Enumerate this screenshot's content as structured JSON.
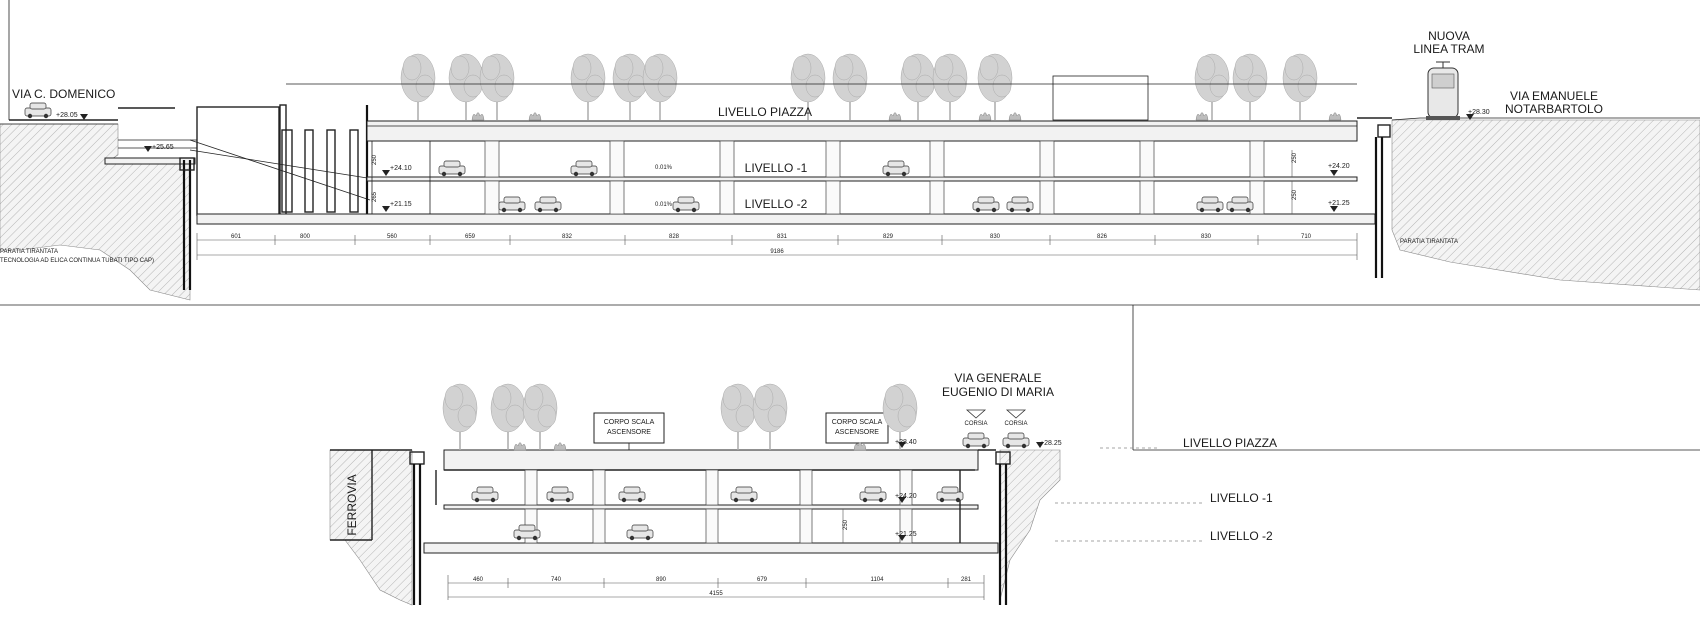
{
  "section_top": {
    "street_left": "VIA C. DOMENICO",
    "tram": [
      "NUOVA",
      "LINEA TRAM"
    ],
    "street_right": [
      "VIA EMANUELE",
      "NOTARBARTOLO"
    ],
    "level_plaza": "LIVELLO PIAZZA",
    "level_minus1": "LIVELLO -1",
    "level_minus2": "LIVELLO -2",
    "elev_28_05": "+28.05",
    "elev_25_65": "+25.65",
    "elev_24_10": "+24.10",
    "elev_21_15": "+21.15",
    "elev_24_20": "+24.20",
    "elev_21_25": "+21.25",
    "elev_28_30": "+28.30",
    "slope_a": "0.01%",
    "slope_b": "0.01%",
    "h_250a": "250",
    "h_265": "265",
    "h_250b": "250",
    "h_250c": "250",
    "dims": [
      "601",
      "800",
      "560",
      "659",
      "832",
      "828",
      "831",
      "829",
      "830",
      "826",
      "830",
      "710"
    ],
    "dim_total": "9186",
    "pile_left": [
      "PARATIA TIRANTATA",
      "TECNOLOGIA AD ELICA CONTINUA TUBATI TIPO CAP)"
    ],
    "pile_right": "PARATIA TIRANTATA"
  },
  "section_bottom": {
    "ferrovia": "FERROVIA",
    "stair_a": [
      "CORPO SCALA",
      "ASCENSORE"
    ],
    "stair_b": [
      "CORPO SCALA",
      "ASCENSORE"
    ],
    "street": [
      "VIA GENERALE",
      "EUGENIO DI MARIA"
    ],
    "corsia_a": "CORSIA",
    "corsia_b": "CORSIA",
    "elev_28_40": "+28.40",
    "elev_28_25": "+28.25",
    "elev_24_20": "+24.20",
    "elev_21_25": "+21.25",
    "h_250": "250",
    "level_plaza": "LIVELLO PIAZZA",
    "level_minus1": "LIVELLO -1",
    "level_minus2": "LIVELLO -2",
    "dims": [
      "460",
      "740",
      "890",
      "679",
      "1104",
      "281"
    ],
    "dim_total": "4155"
  }
}
